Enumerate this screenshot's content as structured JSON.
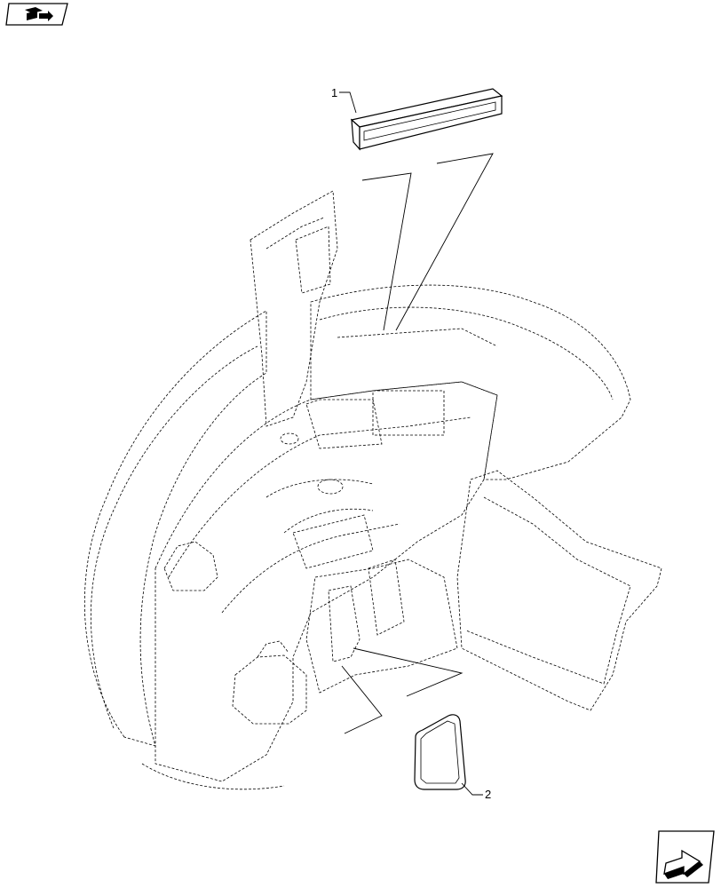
{
  "diagram": {
    "callouts": [
      {
        "id": "1",
        "label": "1"
      },
      {
        "id": "2",
        "label": "2"
      }
    ]
  },
  "icons": {
    "top_badge": "book-arrow-icon",
    "bottom_nav": "next-page-arrow-icon"
  }
}
